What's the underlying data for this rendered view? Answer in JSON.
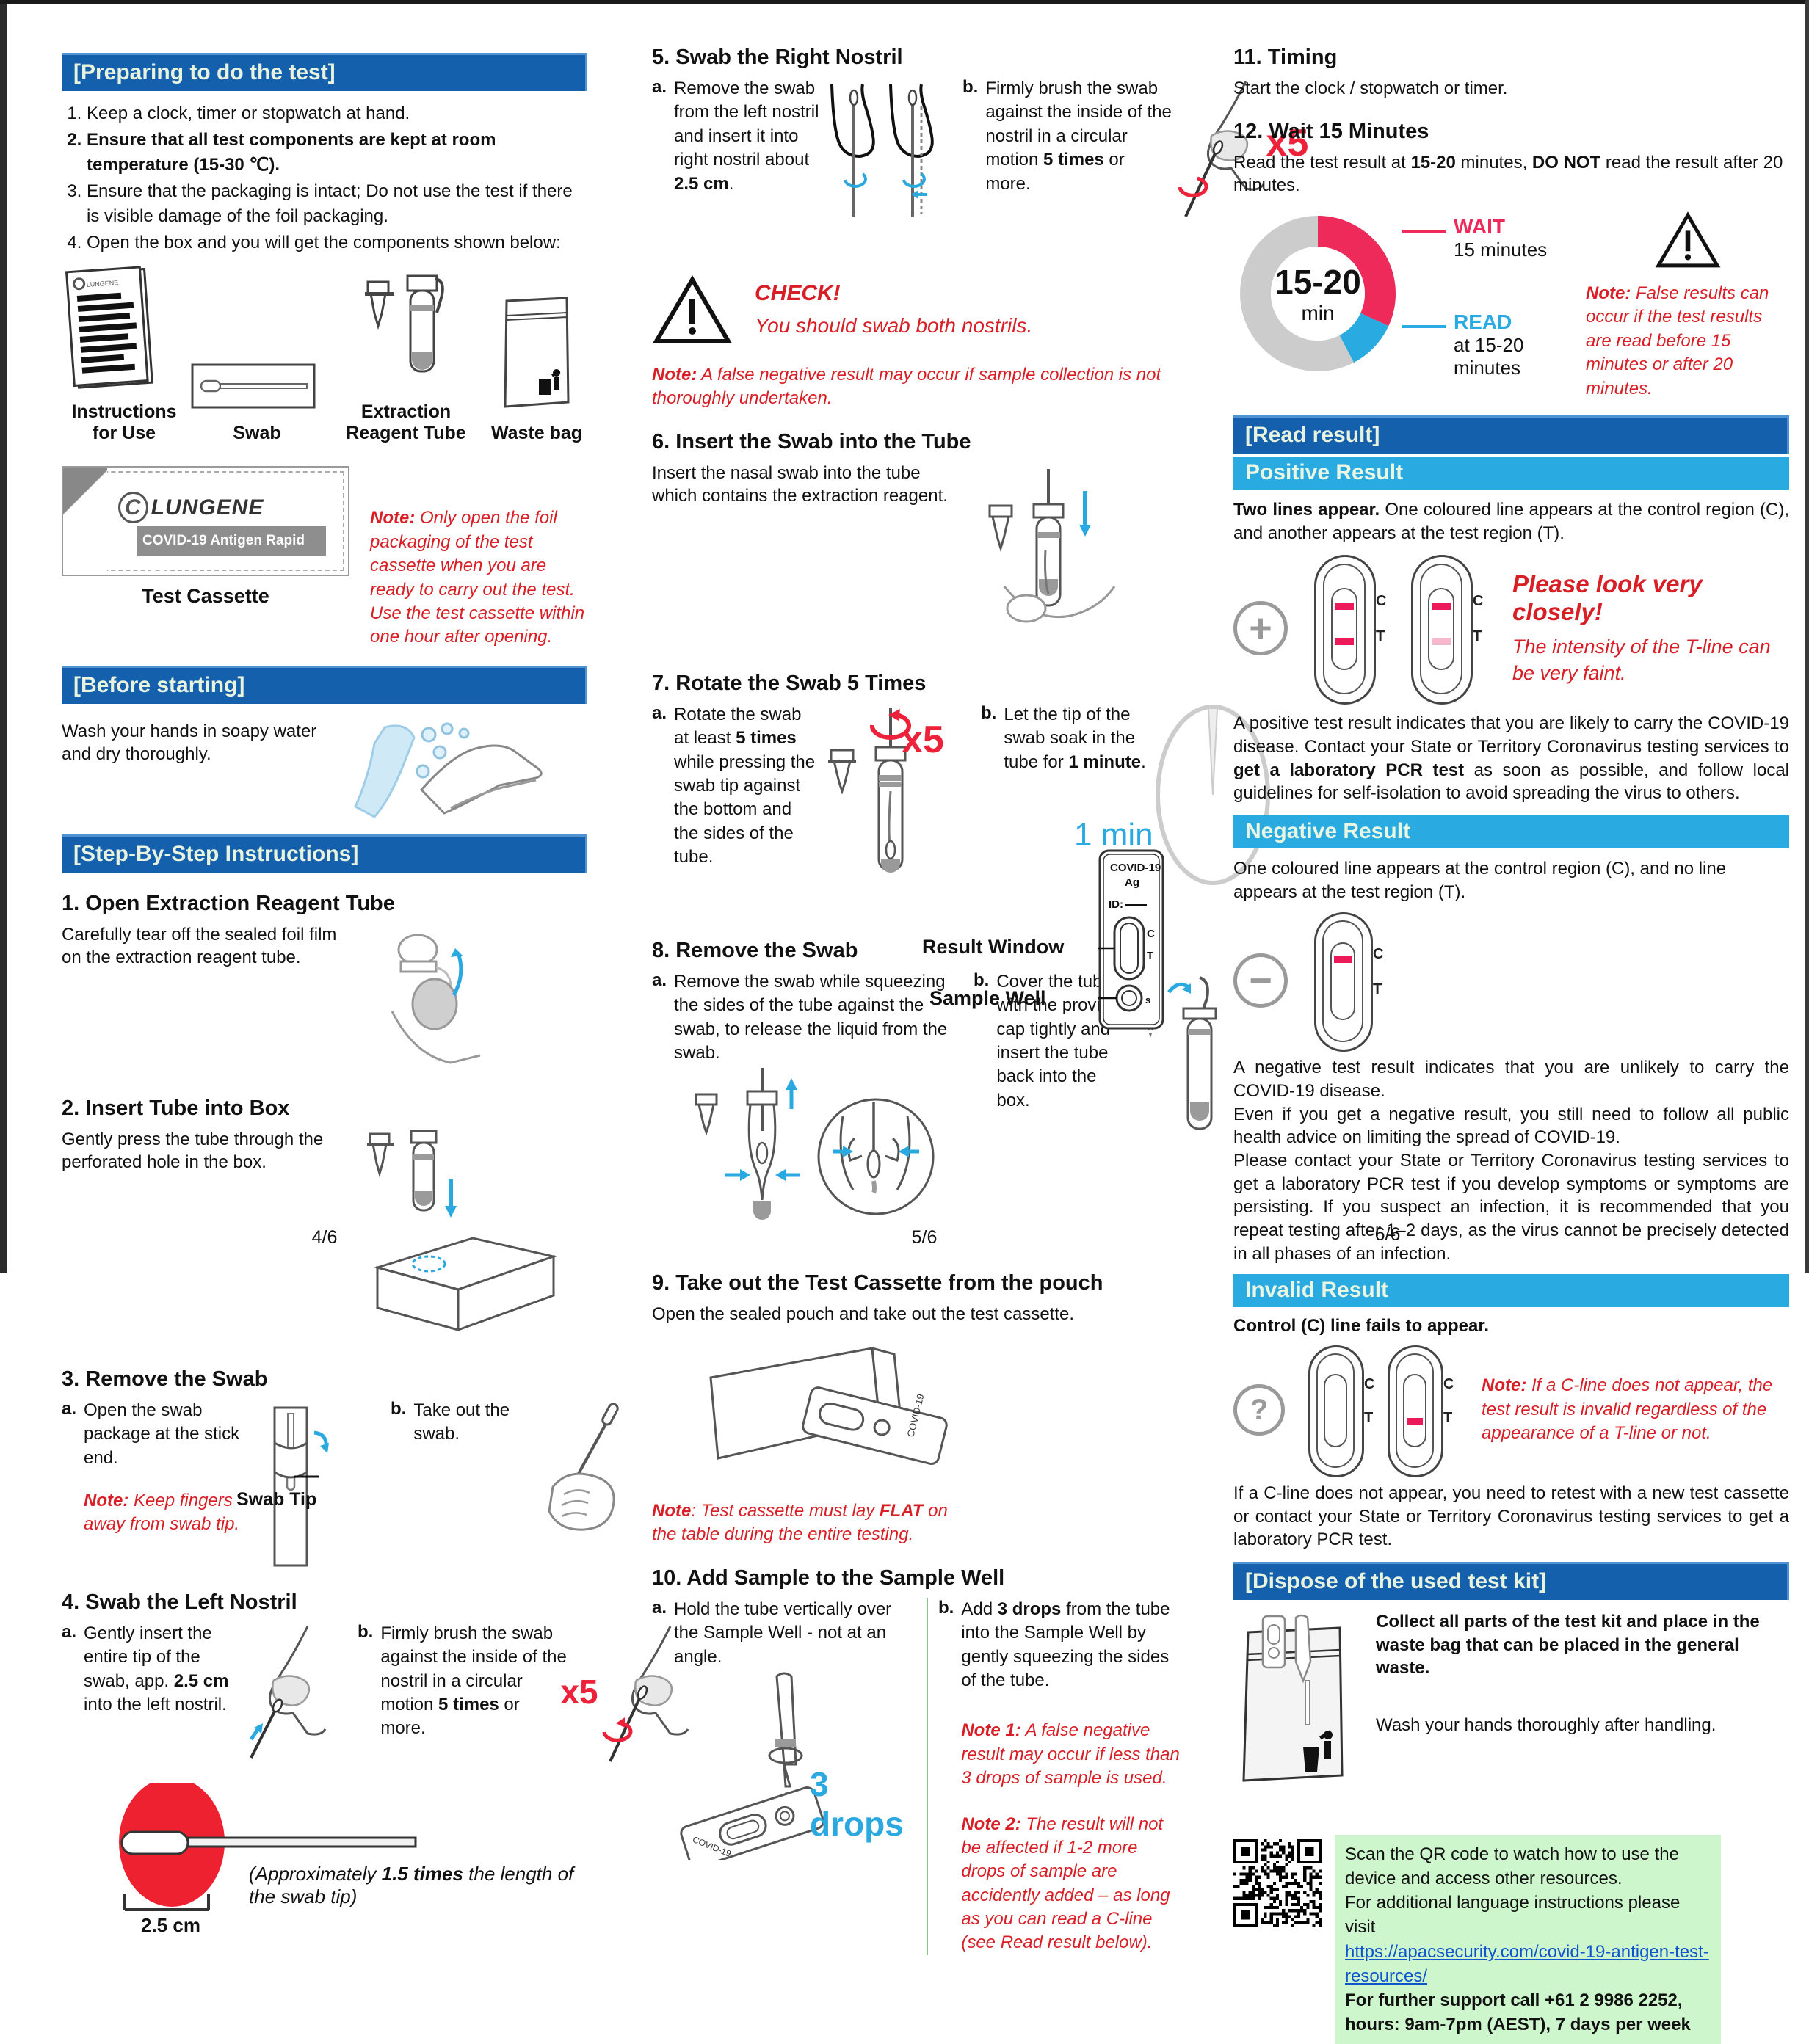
{
  "pages": {
    "p1": "4/6",
    "p2": "5/6",
    "p3": "6/6"
  },
  "col1": {
    "bar1": "[Preparing to do the test]",
    "prep": [
      "Keep a clock, timer or stopwatch at hand.",
      "Ensure that all test components are kept at room temperature (15-30 ℃).",
      "Ensure that the packaging is intact; Do not use the test if there is visible damage of the foil packaging.",
      "Open the box and you will get the components shown below:"
    ],
    "components": [
      {
        "label": "Instructions for Use"
      },
      {
        "label": "Swab"
      },
      {
        "label": "Extraction Reagent Tube"
      },
      {
        "label": "Waste bag"
      }
    ],
    "cassette_brand": "LUNGENE",
    "cassette_band": "COVID-19 Antigen Rapid Test",
    "cassette_label": "Test Cassette",
    "cassette_note": [
      "Note:",
      " Only open the foil packaging of the test cassette when you are ready to carry out the test. Use the test cassette within one hour after opening."
    ],
    "bar2": "[Before starting]",
    "wash": "Wash your hands in soapy water and dry thoroughly.",
    "bar3": "[Step-By-Step Instructions]",
    "s1_h": "1. Open Extraction Reagent Tube",
    "s1_t": "Carefully tear off the sealed foil film on the extraction reagent tube.",
    "s2_h": "2. Insert Tube into Box",
    "s2_t": "Gently press the tube through the perforated hole in the box.",
    "s3_h": "3. Remove the Swab",
    "s3a": "Open the swab package at the stick end.",
    "s3a_note": [
      "Note:",
      " Keep fingers away from swab tip."
    ],
    "swab_tip": "Swab Tip",
    "s3b": "Take out the swab.",
    "s4_h": "4. Swab the Left Nostril",
    "s4a": [
      "Gently insert the entire tip of the swab, app. ",
      "2.5 cm",
      " into the left nostril."
    ],
    "s4b": [
      "Firmly brush the swab against the inside of the nostril in a circular motion ",
      "5 times",
      " or more."
    ],
    "x5": "x5",
    "ruler": "2.5 cm",
    "approx": [
      "(Approximately ",
      "1.5 times",
      " the length of the swab tip)"
    ]
  },
  "col2": {
    "s5_h": "5. Swab the Right Nostril",
    "s5a": [
      "Remove the swab from the left nostril and insert it into right nostril about ",
      "2.5 cm",
      "."
    ],
    "s5b": [
      "Firmly brush the swab against the inside of the nostril in a circular motion ",
      "5 times",
      " or more."
    ],
    "x5": "x5",
    "check": "CHECK!",
    "check_sub": "You should swab both nostrils.",
    "note_false": [
      "Note:",
      " A false negative result may occur if sample collection is not thoroughly undertaken."
    ],
    "s6_h": "6. Insert the Swab into the Tube",
    "s6_t": "Insert the nasal swab into the tube which contains the extraction reagent.",
    "s7_h": "7. Rotate the Swab 5 Times",
    "s7a": [
      "Rotate the swab at least ",
      "5 times",
      " while pressing the swab tip against the bottom and the sides of the tube."
    ],
    "s7b": [
      "Let the tip of the swab soak in the tube for ",
      "1 minute",
      "."
    ],
    "min1": "1 min",
    "s8_h": "8. Remove the Swab",
    "s8a": "Remove the swab while squeezing the sides of the tube against the swab, to release the liquid from the swab.",
    "s8b": "Cover the tube with the provided cap tightly and insert the tube back into the box.",
    "s9_h": "9. Take out the Test Cassette from the pouch",
    "s9_t": "Open the sealed pouch and take out the test cassette.",
    "cass_top": "COVID-19",
    "cass_ag": "Ag",
    "cass_id": "ID:",
    "result_window": "Result Window",
    "sample_well": "Sample Well",
    "note_flat": [
      "Note",
      ": Test cassette must lay ",
      "FLAT",
      " on the table during the entire testing."
    ],
    "s10_h": "10. Add Sample to the Sample Well",
    "s10a": "Hold the tube vertically over the Sample Well - not at an angle.",
    "s10b": [
      "Add ",
      "3 drops",
      " from the tube into the Sample Well by gently squeezing the sides of the tube."
    ],
    "drops3": "3 drops",
    "note1": [
      "Note 1:",
      " A false negative result may occur if less than 3 drops of sample is used."
    ],
    "note2": [
      "Note 2:",
      " The result will not be affected if 1-2 more drops of sample are accidently added – as long as you can read a C-line (see Read result below)."
    ]
  },
  "col3": {
    "s11_h": "11. Timing",
    "s11_t": "Start the clock / stopwatch or timer.",
    "s12_h": "12. Wait 15 Minutes",
    "s12_t": [
      "Read the test result at ",
      "15-20",
      " minutes, ",
      "DO NOT",
      " read the result after 20 minutes."
    ],
    "donut": {
      "center": "15-20",
      "center_sub": "min",
      "wait": "WAIT",
      "wait_sub": "15 minutes",
      "read": "READ",
      "read_sub": "at 15-20 minutes"
    },
    "note_false": [
      "Note:",
      " False results can occur if the test results are read before 15 minutes or after 20 minutes."
    ],
    "bar_read": "[Read result]",
    "sub_pos": "Positive Result",
    "pos_t": [
      "Two lines appear.",
      " One coloured line appears at the control region (C), and another appears at the test region (T)."
    ],
    "look": "Please look very closely!",
    "look_sub": "The intensity of the T-line can be very faint.",
    "pos_p": [
      "A positive test result indicates that you are likely to carry the COVID-19 disease. Contact your State or Territory Coronavirus testing services to ",
      "get a laboratory PCR test",
      " as soon as possible, and follow local guidelines for self-isolation to avoid spreading the virus to others."
    ],
    "sub_neg": "Negative Result",
    "neg_t": "One coloured line appears at the control region (C), and no line appears at the test region (T).",
    "neg_p1": "A negative test result indicates that you are unlikely to carry the COVID-19 disease.",
    "neg_p2": "Even if you get a negative result, you still need to follow all public health advice on limiting the spread of COVID-19.",
    "neg_p3": "Please contact your State or Territory Coronavirus testing services to get a laboratory PCR test if you develop symptoms or symptoms are persisting. If you suspect an infection, it is recommended that you repeat testing after 1–2 days, as the virus cannot be precisely detected in all phases of an infection.",
    "sub_inv": "Invalid Result",
    "inv_t": "Control (C) line fails to appear.",
    "note_inv": [
      "Note:",
      " If a C-line does not appear, the test result is invalid regardless of the appearance of a T-line or not."
    ],
    "inv_p": "If a C-line does not appear, you need to retest with a new test cassette or contact your State or Territory Coronavirus testing services to get a laboratory PCR test.",
    "bar_dispose": "[Dispose of the used test kit]",
    "disp_b": "Collect all parts of the test kit and place in the waste bag that can be placed in the general waste.",
    "disp_t": "Wash your hands thoroughly after handling.",
    "qr": {
      "l1": "Scan the QR code to watch how to use the device and access other resources.",
      "l2": "For additional language instructions please visit",
      "link": "https://apacsecurity.com/covid-19-antigen-test-resources/",
      "l3": "For further support call +61 2 9986 2252,",
      "l4": "hours: 9am-7pm (AEST), 7 days per week"
    },
    "C": "C",
    "T": "T",
    "S": "s"
  }
}
